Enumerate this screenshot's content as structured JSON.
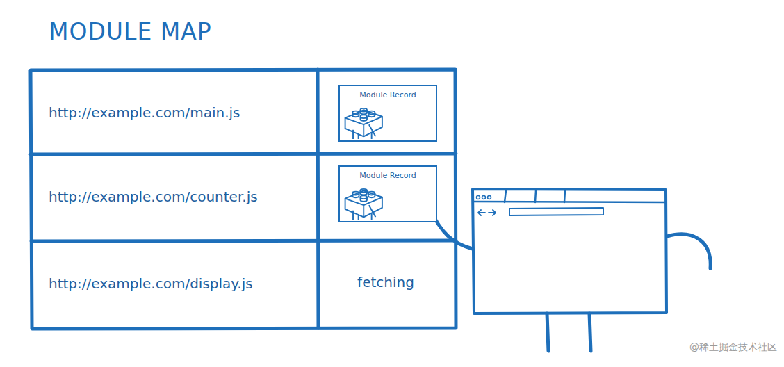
{
  "diagram": {
    "title": "MODULE MAP",
    "nodes": [
      {
        "text": [
          "Module Record"
        ]
      },
      {
        "text": [
          "Module Record"
        ]
      }
    ],
    "edges": [],
    "labels": [
      "http://example.com/main.js",
      "http://example.com/counter.js",
      "http://example.com/display.js",
      "fetching",
      "@稀土掘金技术社区"
    ]
  }
}
